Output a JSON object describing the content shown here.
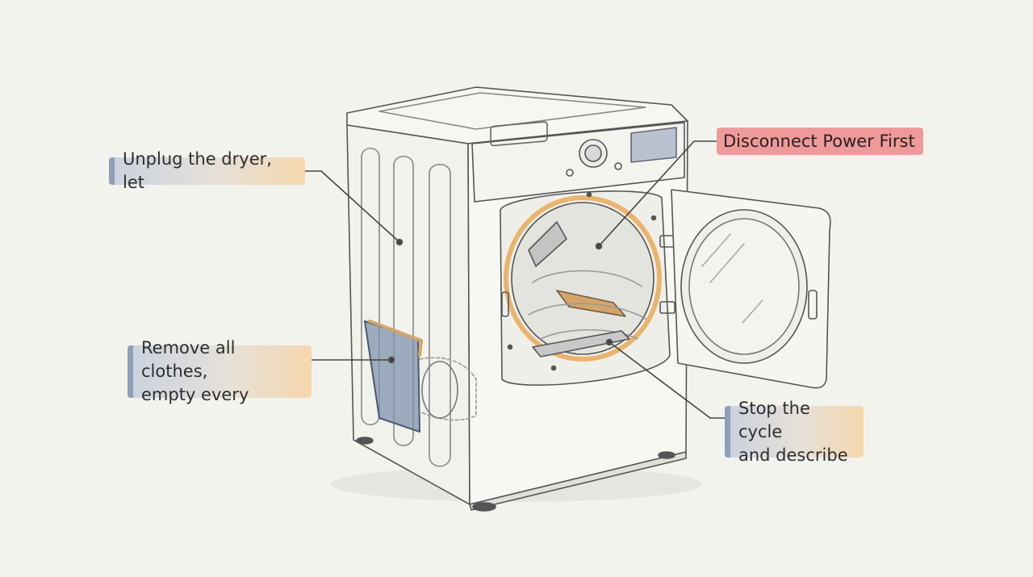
{
  "callouts": {
    "unplug": "Unplug the dryer, let",
    "power": "Disconnect Power First",
    "remove": "Remove all clothes,\nempty every",
    "stop": "Stop the cycle\nand describe"
  },
  "colors": {
    "background": "#f3f3ee",
    "warning": "#ef9a9a",
    "info_left": "#c9d2df",
    "info_right": "#f5d7ad",
    "sketch_line": "#555555",
    "lint_filter": "#7f93ad",
    "drum_seal": "#e9b46d"
  }
}
